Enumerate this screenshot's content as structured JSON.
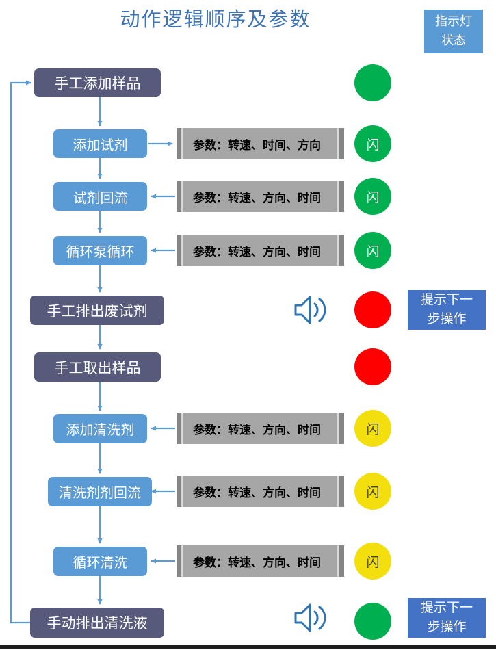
{
  "title": "动作逻辑顺序及参数",
  "legend": {
    "line1": "指示灯",
    "line2": "状态"
  },
  "prompt_boxes": [
    {
      "line1": "提示下一",
      "line2": "步操作"
    },
    {
      "line1": "提示下一",
      "line2": "步操作"
    }
  ],
  "steps": [
    {
      "label": "手工添加样品",
      "light": {
        "color": "green",
        "label": ""
      }
    },
    {
      "label": "添加试剂",
      "param": "参数：转速、时间、方向",
      "light": {
        "color": "green",
        "label": "闪"
      }
    },
    {
      "label": "试剂回流",
      "param": "参数：转速、方向、时间",
      "light": {
        "color": "green",
        "label": "闪"
      }
    },
    {
      "label": "循环泵循环",
      "param": "参数：转速、方向、时间",
      "light": {
        "color": "green",
        "label": "闪"
      }
    },
    {
      "label": "手工排出废试剂",
      "light": {
        "color": "red",
        "label": ""
      },
      "sound": true
    },
    {
      "label": "手工取出样品",
      "light": {
        "color": "red",
        "label": ""
      }
    },
    {
      "label": "添加清洗剂",
      "param": "参数：转速、方向、时间",
      "light": {
        "color": "yellow",
        "label": "闪"
      }
    },
    {
      "label": "清洗剂剂回流",
      "param": "参数：转速、方向、时间",
      "light": {
        "color": "yellow",
        "label": "闪"
      }
    },
    {
      "label": "循环清洗",
      "param": "参数：转速、方向、时间",
      "light": {
        "color": "yellow",
        "label": "闪"
      }
    },
    {
      "label": "手动排出清洗液",
      "light": {
        "color": "green",
        "label": ""
      },
      "sound": true
    }
  ],
  "colors": {
    "flow_blue": "#5B9BD5",
    "flow_dark": "#575A7B",
    "prompt_blue": "#4472C4",
    "arrow_blue": "#5B9BD5",
    "light_green": "#00B050",
    "light_red": "#FE0000",
    "light_yellow": "#F2DF0D",
    "param_gray": "#A6A6A6",
    "param_cap_gray": "#858585",
    "title_blue": "#3E73B6"
  }
}
